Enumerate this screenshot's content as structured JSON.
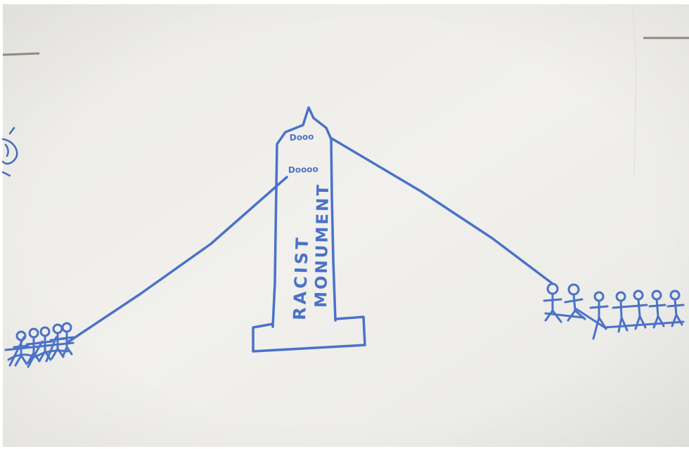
{
  "photo": {
    "subject": "hand-drawn sketch",
    "ink_color": "#4a72c8",
    "paper_color": "#efefec",
    "monument": {
      "label_line1": "RACIST",
      "label_line2": "MONUMENT",
      "scribble_top": "Dooo",
      "scribble_middle": "Doooo"
    }
  }
}
